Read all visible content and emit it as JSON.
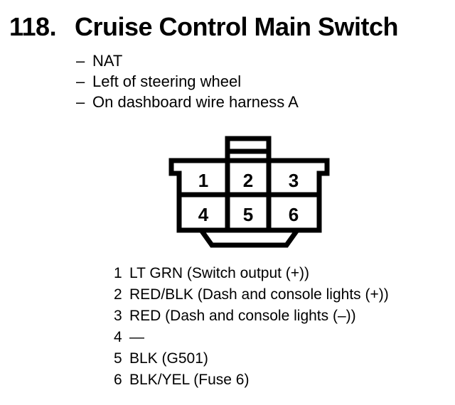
{
  "title": {
    "number": "118.",
    "text": "Cruise Control Main Switch"
  },
  "notes_bullet": "–",
  "notes": [
    "NAT",
    "Left of steering wheel",
    "On dashboard wire harness A"
  ],
  "connector": {
    "cells": [
      "1",
      "2",
      "3",
      "4",
      "5",
      "6"
    ]
  },
  "pin_list": [
    {
      "pin": "1",
      "desc": "LT GRN (Switch output (+))"
    },
    {
      "pin": "2",
      "desc": "RED/BLK (Dash and console lights (+))"
    },
    {
      "pin": "3",
      "desc": "RED (Dash and console lights (–))"
    },
    {
      "pin": "4",
      "desc": "—"
    },
    {
      "pin": "5",
      "desc": "BLK (G501)"
    },
    {
      "pin": "6",
      "desc": "BLK/YEL (Fuse 6)"
    }
  ],
  "colors": {
    "ink": "#000000",
    "background": "#ffffff"
  }
}
